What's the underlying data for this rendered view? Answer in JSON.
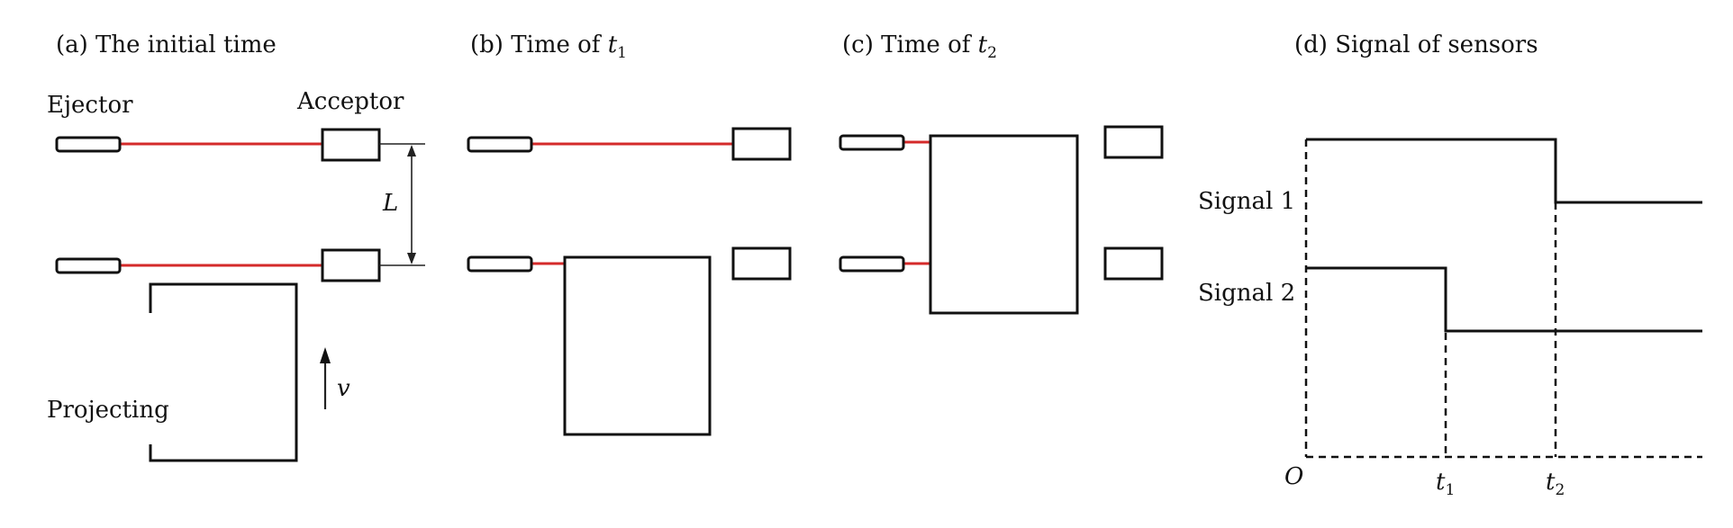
{
  "panels": {
    "a": {
      "title": "(a) The initial time",
      "ejector": "Ejector",
      "acceptor": "Acceptor",
      "distance": "L",
      "object": "Projecting",
      "velocity": "v"
    },
    "b": {
      "title_prefix": "(b) Time of ",
      "var": "t",
      "sub": "1"
    },
    "c": {
      "title_prefix": "(c) Time of ",
      "var": "t",
      "sub": "2"
    },
    "d": {
      "title": "(d) Signal of sensors",
      "signal1": "Signal 1",
      "signal2": "Signal 2",
      "origin": "O",
      "t1_var": "t",
      "t1_sub": "1",
      "t2_var": "t",
      "t2_sub": "2"
    }
  },
  "colors": {
    "beam": "#d42a2a",
    "line": "#111111"
  }
}
